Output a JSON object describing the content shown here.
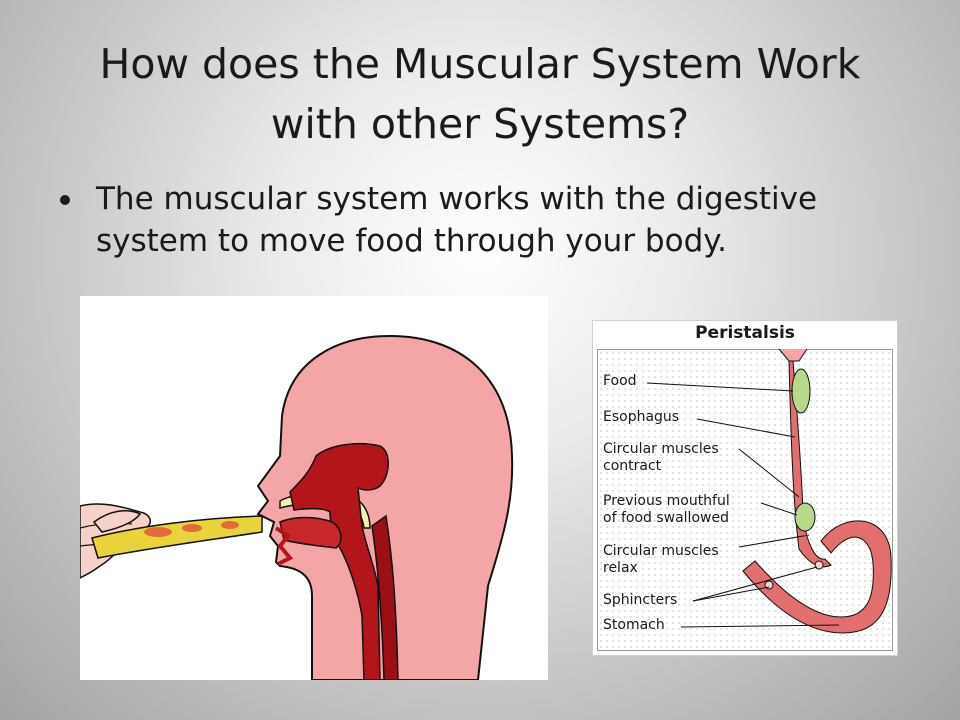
{
  "slide": {
    "title_line1": "How does the Muscular System Work",
    "title_line2": "with other Systems?",
    "bullets": [
      "The muscular system works with the digestive system to move food through your body."
    ]
  },
  "peristalsis": {
    "title": "Peristalsis",
    "labels": {
      "food": "Food",
      "esophagus": "Esophagus",
      "circular_contract_1": "Circular muscles",
      "circular_contract_2": "contract",
      "previous_1": "Previous mouthful",
      "previous_2": "of food swallowed",
      "circular_relax_1": "Circular muscles",
      "circular_relax_2": "relax",
      "sphincters": "Sphincters",
      "stomach": "Stomach"
    }
  },
  "colors": {
    "skin": "#f4a6a6",
    "muscle": "#b3161a",
    "food": "#e8d43a",
    "bolus": "#b9d98a",
    "outline": "#111111"
  }
}
